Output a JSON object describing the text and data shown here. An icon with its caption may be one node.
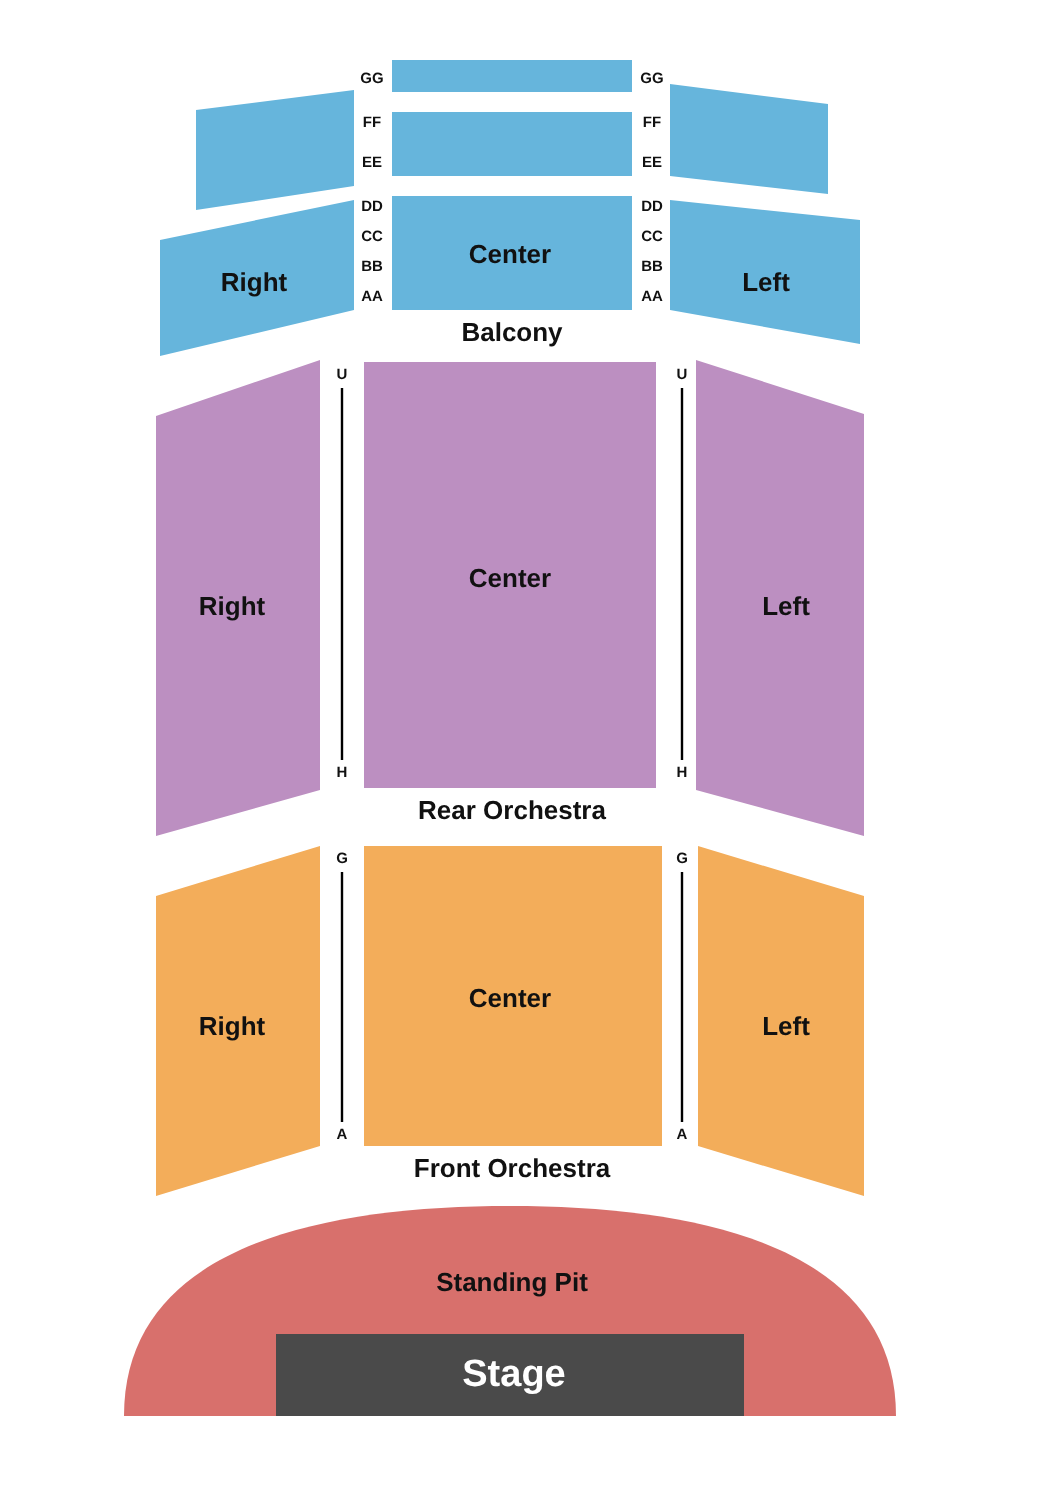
{
  "diagram": {
    "nodes": [
      {
        "text": [],
        "shape": "box"
      },
      {
        "text": [],
        "shape": "box"
      },
      {
        "text": [],
        "shape": "box"
      },
      {
        "text": [],
        "shape": "box"
      },
      {
        "text": [
          "Right"
        ]
      },
      {
        "text": [
          "Center"
        ]
      },
      {
        "text": [
          "Left"
        ]
      },
      {
        "text": [
          "Right"
        ]
      },
      {
        "text": [
          "Center"
        ]
      },
      {
        "text": [
          "Left"
        ]
      },
      {
        "text": [
          "Right"
        ]
      },
      {
        "text": [
          "Center"
        ]
      },
      {
        "text": [
          "Left"
        ]
      },
      {
        "text": [
          "Standing Pit"
        ]
      },
      {
        "text": [
          "Stage"
        ],
        "in": 13
      }
    ],
    "edges": [],
    "labels": [
      "GG",
      "GG",
      "FF",
      "FF",
      "EE",
      "EE",
      "DD",
      "DD",
      "CC",
      "CC",
      "BB",
      "BB",
      "AA",
      "AA",
      "Balcony",
      "U",
      "U",
      "H",
      "H",
      "Rear Orchestra",
      "G",
      "G",
      "A",
      "A",
      "Front Orchestra"
    ]
  }
}
